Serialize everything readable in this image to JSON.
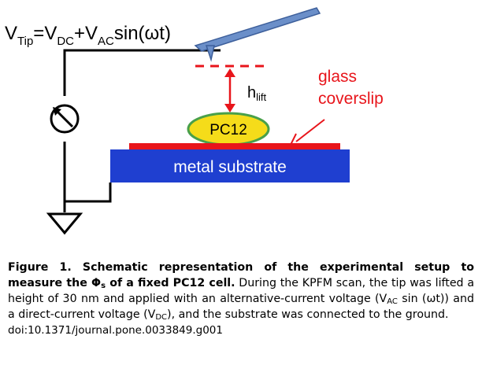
{
  "diagram": {
    "equation": {
      "v": "V",
      "tip_sub": "Tip",
      "eq_mid": "=V",
      "dc_sub": "DC",
      "plus_v": "+V",
      "ac_sub": "AC",
      "tail": "sin(ωt)"
    },
    "h_label": "h",
    "h_sub": "lift",
    "glass_label_line1": "glass",
    "glass_label_line2": "coverslip",
    "cell_label": "PC12",
    "substrate_label": "metal substrate",
    "colors": {
      "substrate": "#1f3fd0",
      "coverslip": "#e8151b",
      "cell_fill": "#f5dc1a",
      "cell_stroke": "#49a04a",
      "cantilever": "#6b8fc9",
      "annotation": "#e8151b",
      "wire": "#000000"
    }
  },
  "caption": {
    "figure_label": "Figure 1.",
    "bold_part1": " Schematic representation of the experimental setup to measure the ",
    "phi": "Φ",
    "phi_sub": "s",
    "bold_part2": " of a fixed PC12 cell.",
    "text_part1": " During the KPFM scan, the tip was lifted a height of 30 nm and applied with an alternative-current voltage (V",
    "ac_sub": "AC",
    "text_part2": " sin (ωt)) and a direct-current voltage (V",
    "dc_sub": "DC",
    "text_part3": "), and the substrate was connected to the ground.",
    "doi": "doi:10.1371/journal.pone.0033849.g001"
  }
}
